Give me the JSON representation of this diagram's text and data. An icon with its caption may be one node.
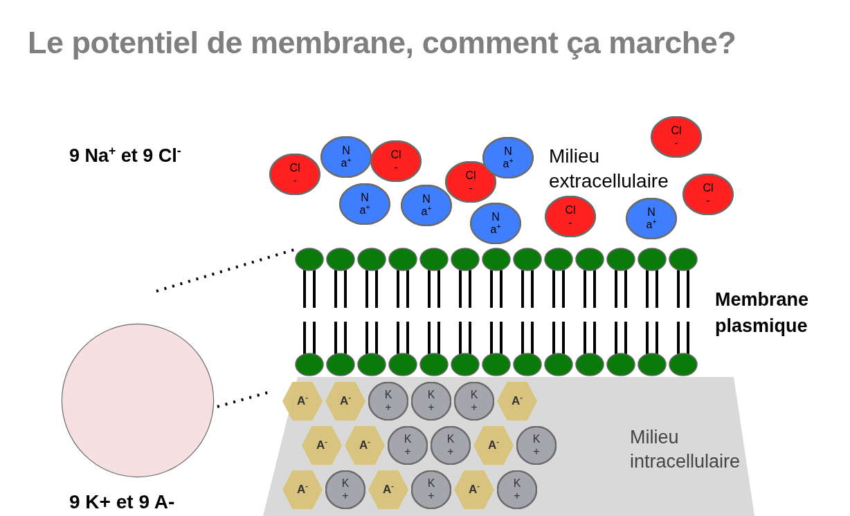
{
  "diagram": {
    "title": "Le potentiel de membrane, comment ça marche?",
    "nodes": [
      {
        "text": [],
        "shape": "circle"
      },
      {
        "text": [
          "Cl -"
        ]
      },
      {
        "text": [
          "N a$^{+}$"
        ]
      },
      {
        "text": [
          "Cl -"
        ]
      },
      {
        "text": [
          "N a$^{+}$"
        ]
      },
      {
        "text": [
          "N a$^{+}$"
        ]
      },
      {
        "text": [
          "Cl -"
        ]
      },
      {
        "text": [
          "N a$^{+}$"
        ]
      },
      {
        "text": [
          "N a$^{+}$"
        ]
      },
      {
        "text": [
          "Cl -"
        ]
      },
      {
        "text": [
          "N a$^{+}$"
        ]
      },
      {
        "text": [
          "Cl -"
        ]
      },
      {
        "text": [
          "Cl -"
        ]
      },
      {
        "text": [
          "A$^{-}$"
        ]
      },
      {
        "text": [
          "A$^{-}$"
        ]
      },
      {
        "text": [
          "K +"
        ]
      },
      {
        "text": [
          "K +"
        ]
      },
      {
        "text": [
          "K +"
        ]
      },
      {
        "text": [
          "A$^{-}$"
        ]
      },
      {
        "text": [
          "A$^{-}$"
        ]
      },
      {
        "text": [
          "A$^{-}$"
        ]
      },
      {
        "text": [
          "K +"
        ]
      },
      {
        "text": [
          "K +"
        ]
      },
      {
        "text": [
          "A$^{-}$"
        ]
      },
      {
        "text": [
          "K +"
        ]
      },
      {
        "text": [
          "A$^{-}$"
        ]
      },
      {
        "text": [
          "K +"
        ]
      },
      {
        "text": [
          "A$^{-}$"
        ]
      },
      {
        "text": [
          "K +"
        ]
      },
      {
        "text": [
          "A$^{-}$"
        ]
      },
      {
        "text": [
          "K +"
        ]
      }
    ],
    "labels": [
      "9 Na$^{+}$ et 9 Cl$^{-}$",
      "Milieu extracellulaire",
      "Membrane plasmique",
      "Milieu intracellulaire",
      "9 K+ et 9 A-"
    ]
  }
}
